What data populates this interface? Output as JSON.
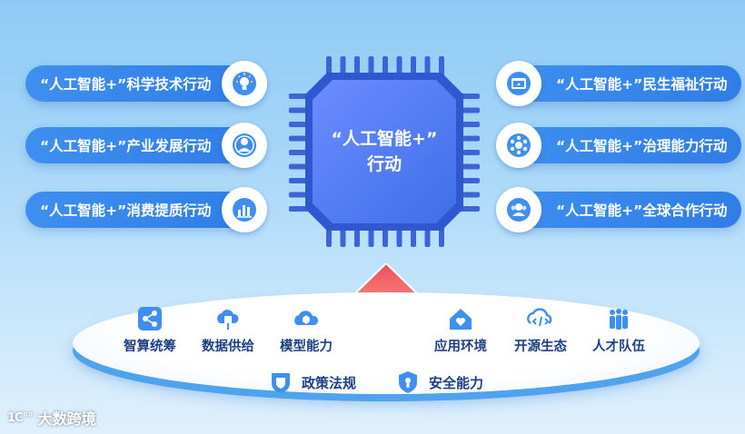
{
  "center": {
    "line1": "“人工智能+”",
    "line2": "行动"
  },
  "left_actions": [
    {
      "label": "“人工智能+”科学技术行动",
      "icon": "lightbulb-icon"
    },
    {
      "label": "“人工智能+”产业发展行动",
      "icon": "industry-people-icon"
    },
    {
      "label": "“人工智能+”消费提质行动",
      "icon": "bar-chart-icon"
    }
  ],
  "right_actions": [
    {
      "label": "“人工智能+”民生福祉行动",
      "icon": "wallet-icon"
    },
    {
      "label": "“人工智能+”治理能力行动",
      "icon": "network-icon"
    },
    {
      "label": "“人工智能+”全球合作行动",
      "icon": "people-group-icon"
    }
  ],
  "foundations_top": [
    {
      "label": "智算统筹",
      "icon": "share-node-icon"
    },
    {
      "label": "数据供给",
      "icon": "cloud-database-icon"
    },
    {
      "label": "模型能力",
      "icon": "cloud-model-icon"
    },
    {
      "label": "应用环境",
      "icon": "home-heart-icon"
    },
    {
      "label": "开源生态",
      "icon": "open-source-icon"
    },
    {
      "label": "人才队伍",
      "icon": "team-icon"
    }
  ],
  "foundations_bottom": [
    {
      "label": "政策法规",
      "icon": "shield-icon"
    },
    {
      "label": "安全能力",
      "icon": "security-shield-icon"
    }
  ],
  "watermark": {
    "logo": "1C°°",
    "text": "大数跨境"
  },
  "colors": {
    "pill": "#3e8ff0",
    "chip": "#4f7cf0",
    "text_dark": "#1e3f82",
    "arrow_top": "#f04c5c",
    "arrow_bottom": "#ffd9a6"
  }
}
